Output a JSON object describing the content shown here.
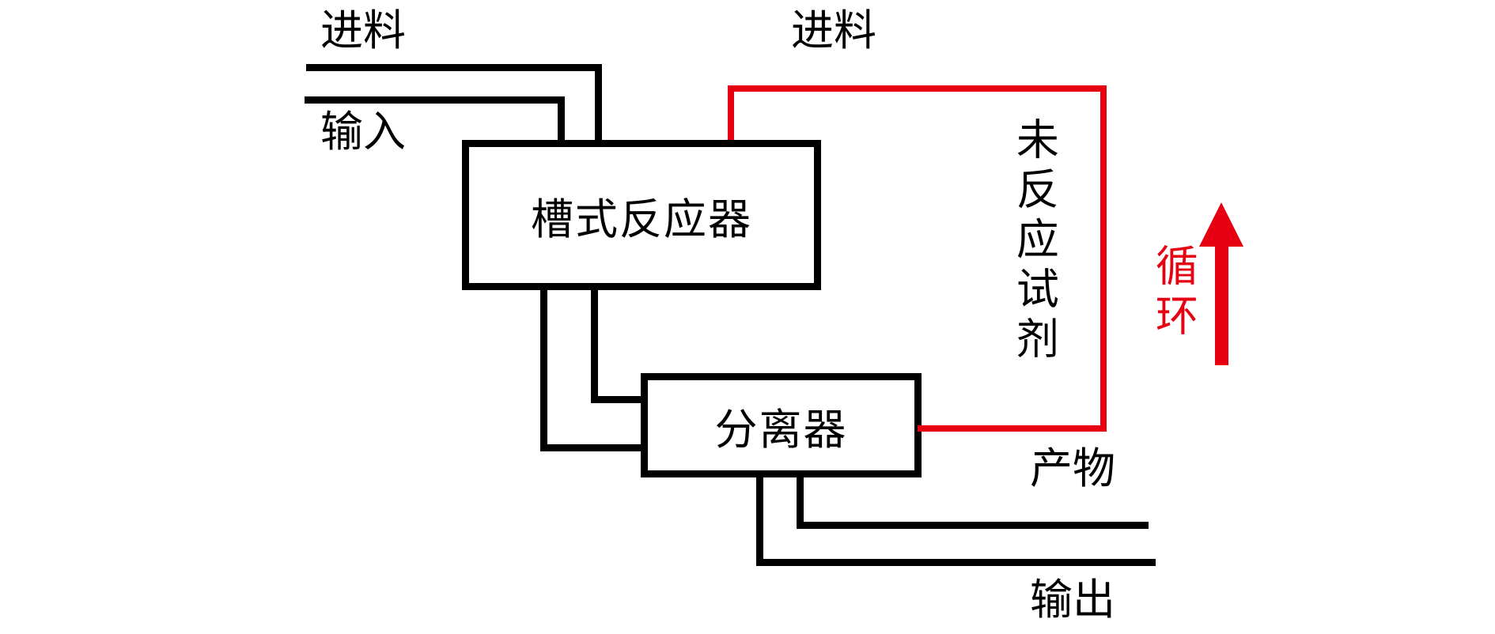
{
  "diagram": {
    "type": "process-flow-diagram",
    "nodes": {
      "reactor": {
        "label": "槽式反应器"
      },
      "separator": {
        "label": "分离器"
      }
    },
    "labels": {
      "feed_left": "进料",
      "input": "输入",
      "feed_top": "进料",
      "unreacted_reagent": "未反应试剂",
      "recycle": "循环",
      "product": "产物",
      "output": "输出"
    },
    "flows": [
      {
        "from": "进料",
        "to": "槽式反应器",
        "color": "black"
      },
      {
        "from": "输入",
        "to": "槽式反应器",
        "color": "black"
      },
      {
        "from": "槽式反应器",
        "to": "分离器",
        "color": "black"
      },
      {
        "from": "分离器",
        "to": "槽式反应器",
        "label": "未反应试剂 循环 进料",
        "color": "red"
      },
      {
        "from": "分离器",
        "to": "产物",
        "color": "black"
      },
      {
        "from": "分离器",
        "to": "输出",
        "color": "black"
      }
    ],
    "colors": {
      "black": "#000000",
      "red": "#e60012",
      "bg": "#ffffff"
    }
  }
}
